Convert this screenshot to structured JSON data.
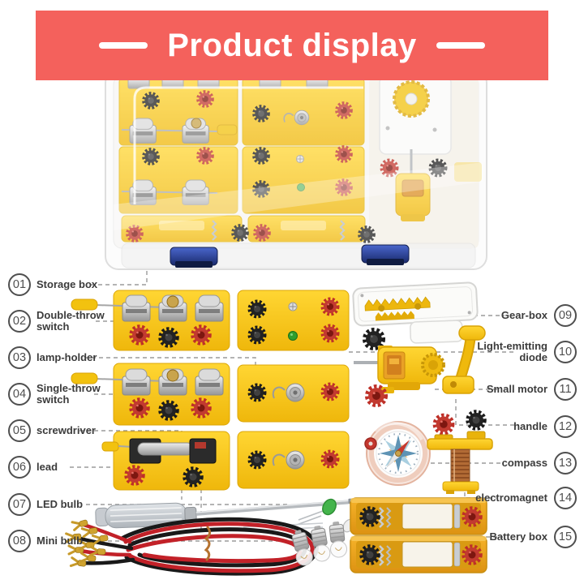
{
  "header": {
    "title": "Product display",
    "bg_color": "#F4615C",
    "text_color": "#FFFFFF"
  },
  "callouts": {
    "left": [
      {
        "num": "01",
        "label": "Storage box"
      },
      {
        "num": "02",
        "label": "Double-throw switch"
      },
      {
        "num": "03",
        "label": "lamp-holder"
      },
      {
        "num": "04",
        "label": "Single-throw switch"
      },
      {
        "num": "05",
        "label": "screwdriver"
      },
      {
        "num": "06",
        "label": "lead"
      },
      {
        "num": "07",
        "label": "LED bulb"
      },
      {
        "num": "08",
        "label": "Mini bulb"
      }
    ],
    "right": [
      {
        "num": "09",
        "label": "Gear-box"
      },
      {
        "num": "10",
        "label": "Light-emitting diode"
      },
      {
        "num": "11",
        "label": "Small motor"
      },
      {
        "num": "12",
        "label": "handle"
      },
      {
        "num": "13",
        "label": "compass"
      },
      {
        "num": "14",
        "label": "electromagnet"
      },
      {
        "num": "15",
        "label": "Battery box"
      }
    ]
  },
  "colors": {
    "banner": "#F4615C",
    "component_yellow": "#F7C80F",
    "battery_orange": "#E8A41B",
    "knob_red": "#BE2F26",
    "knob_black": "#1C1C1C",
    "leader_line": "#9B9B9B",
    "label_text": "#3B3B3B",
    "wire_red": "#C22128",
    "wire_black": "#191919",
    "copper_coil": "#B26B35",
    "latch_blue": "#2A46A8",
    "led_green": "#2E9E2E"
  }
}
